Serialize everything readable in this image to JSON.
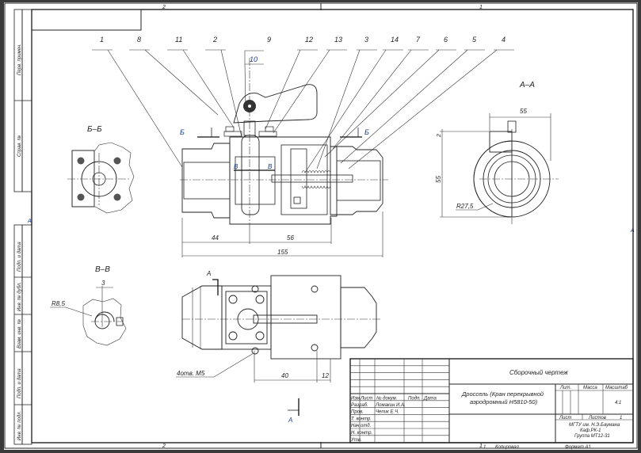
{
  "sheet": {
    "zone_labels_top": [
      "2",
      "1"
    ],
    "zone_labels_bottom": [
      "2",
      "1"
    ],
    "zone_labels_side": [
      "A",
      "A"
    ]
  },
  "sidebar": {
    "top_labels": [
      "Перв. примен.",
      "Справ. №"
    ],
    "bottom_labels": [
      "Подп. и дата",
      "Инв. № дубл.",
      "Взам. инв. №",
      "Подп. и дата",
      "Инв. № подл."
    ]
  },
  "callouts": {
    "top_row": [
      "1",
      "8",
      "11",
      "2",
      "9",
      "12",
      "13",
      "3",
      "14",
      "7",
      "6",
      "5",
      "4"
    ],
    "boxed": "10"
  },
  "views": {
    "section_aa": {
      "title": "А–А",
      "dim_width": "55",
      "dim_height": "55",
      "dim_small": "2",
      "radius": "R27,5"
    },
    "section_bb": {
      "title": "Б–Б",
      "cut_mark": "Б"
    },
    "section_vv": {
      "title": "В–В",
      "dim": "3",
      "radius": "R8,5",
      "cut_mark": "В"
    },
    "main": {
      "dims": [
        "44",
        "56",
        "155"
      ]
    },
    "plan": {
      "dims": [
        "40",
        "12"
      ],
      "note": "4отв. M5",
      "cut_mark": "А"
    }
  },
  "title_block": {
    "doc_type": "Сборочный чертеж",
    "name": "Дроссель (Кран перекрывной аэродромный Н5810-50)",
    "columns": [
      "Изм.",
      "Лист",
      "№ докум.",
      "Подп.",
      "Дата"
    ],
    "rows": [
      {
        "role": "Разраб.",
        "name": "Ломакин И.А."
      },
      {
        "role": "Пров.",
        "name": "Чепик Е.Ч."
      },
      {
        "role": "Т. контр.",
        "name": ""
      },
      {
        "role": "Нач.отд.",
        "name": ""
      },
      {
        "role": "Н. контр.",
        "name": ""
      },
      {
        "role": "Утв.",
        "name": ""
      }
    ],
    "lit_label": "Лит.",
    "mass_label": "Масса",
    "scale_label": "Масштаб",
    "scale": "4:1",
    "sheet_label": "Лист",
    "sheets_label": "Листов",
    "sheets_count": "1",
    "org_lines": [
      "МГТУ им. Н.Э.Баумана",
      "Каф.РК-1",
      "Группа МТ12-31"
    ],
    "copied_num": "1",
    "copied_label": "Копировал",
    "format_label": "Формат А1"
  }
}
